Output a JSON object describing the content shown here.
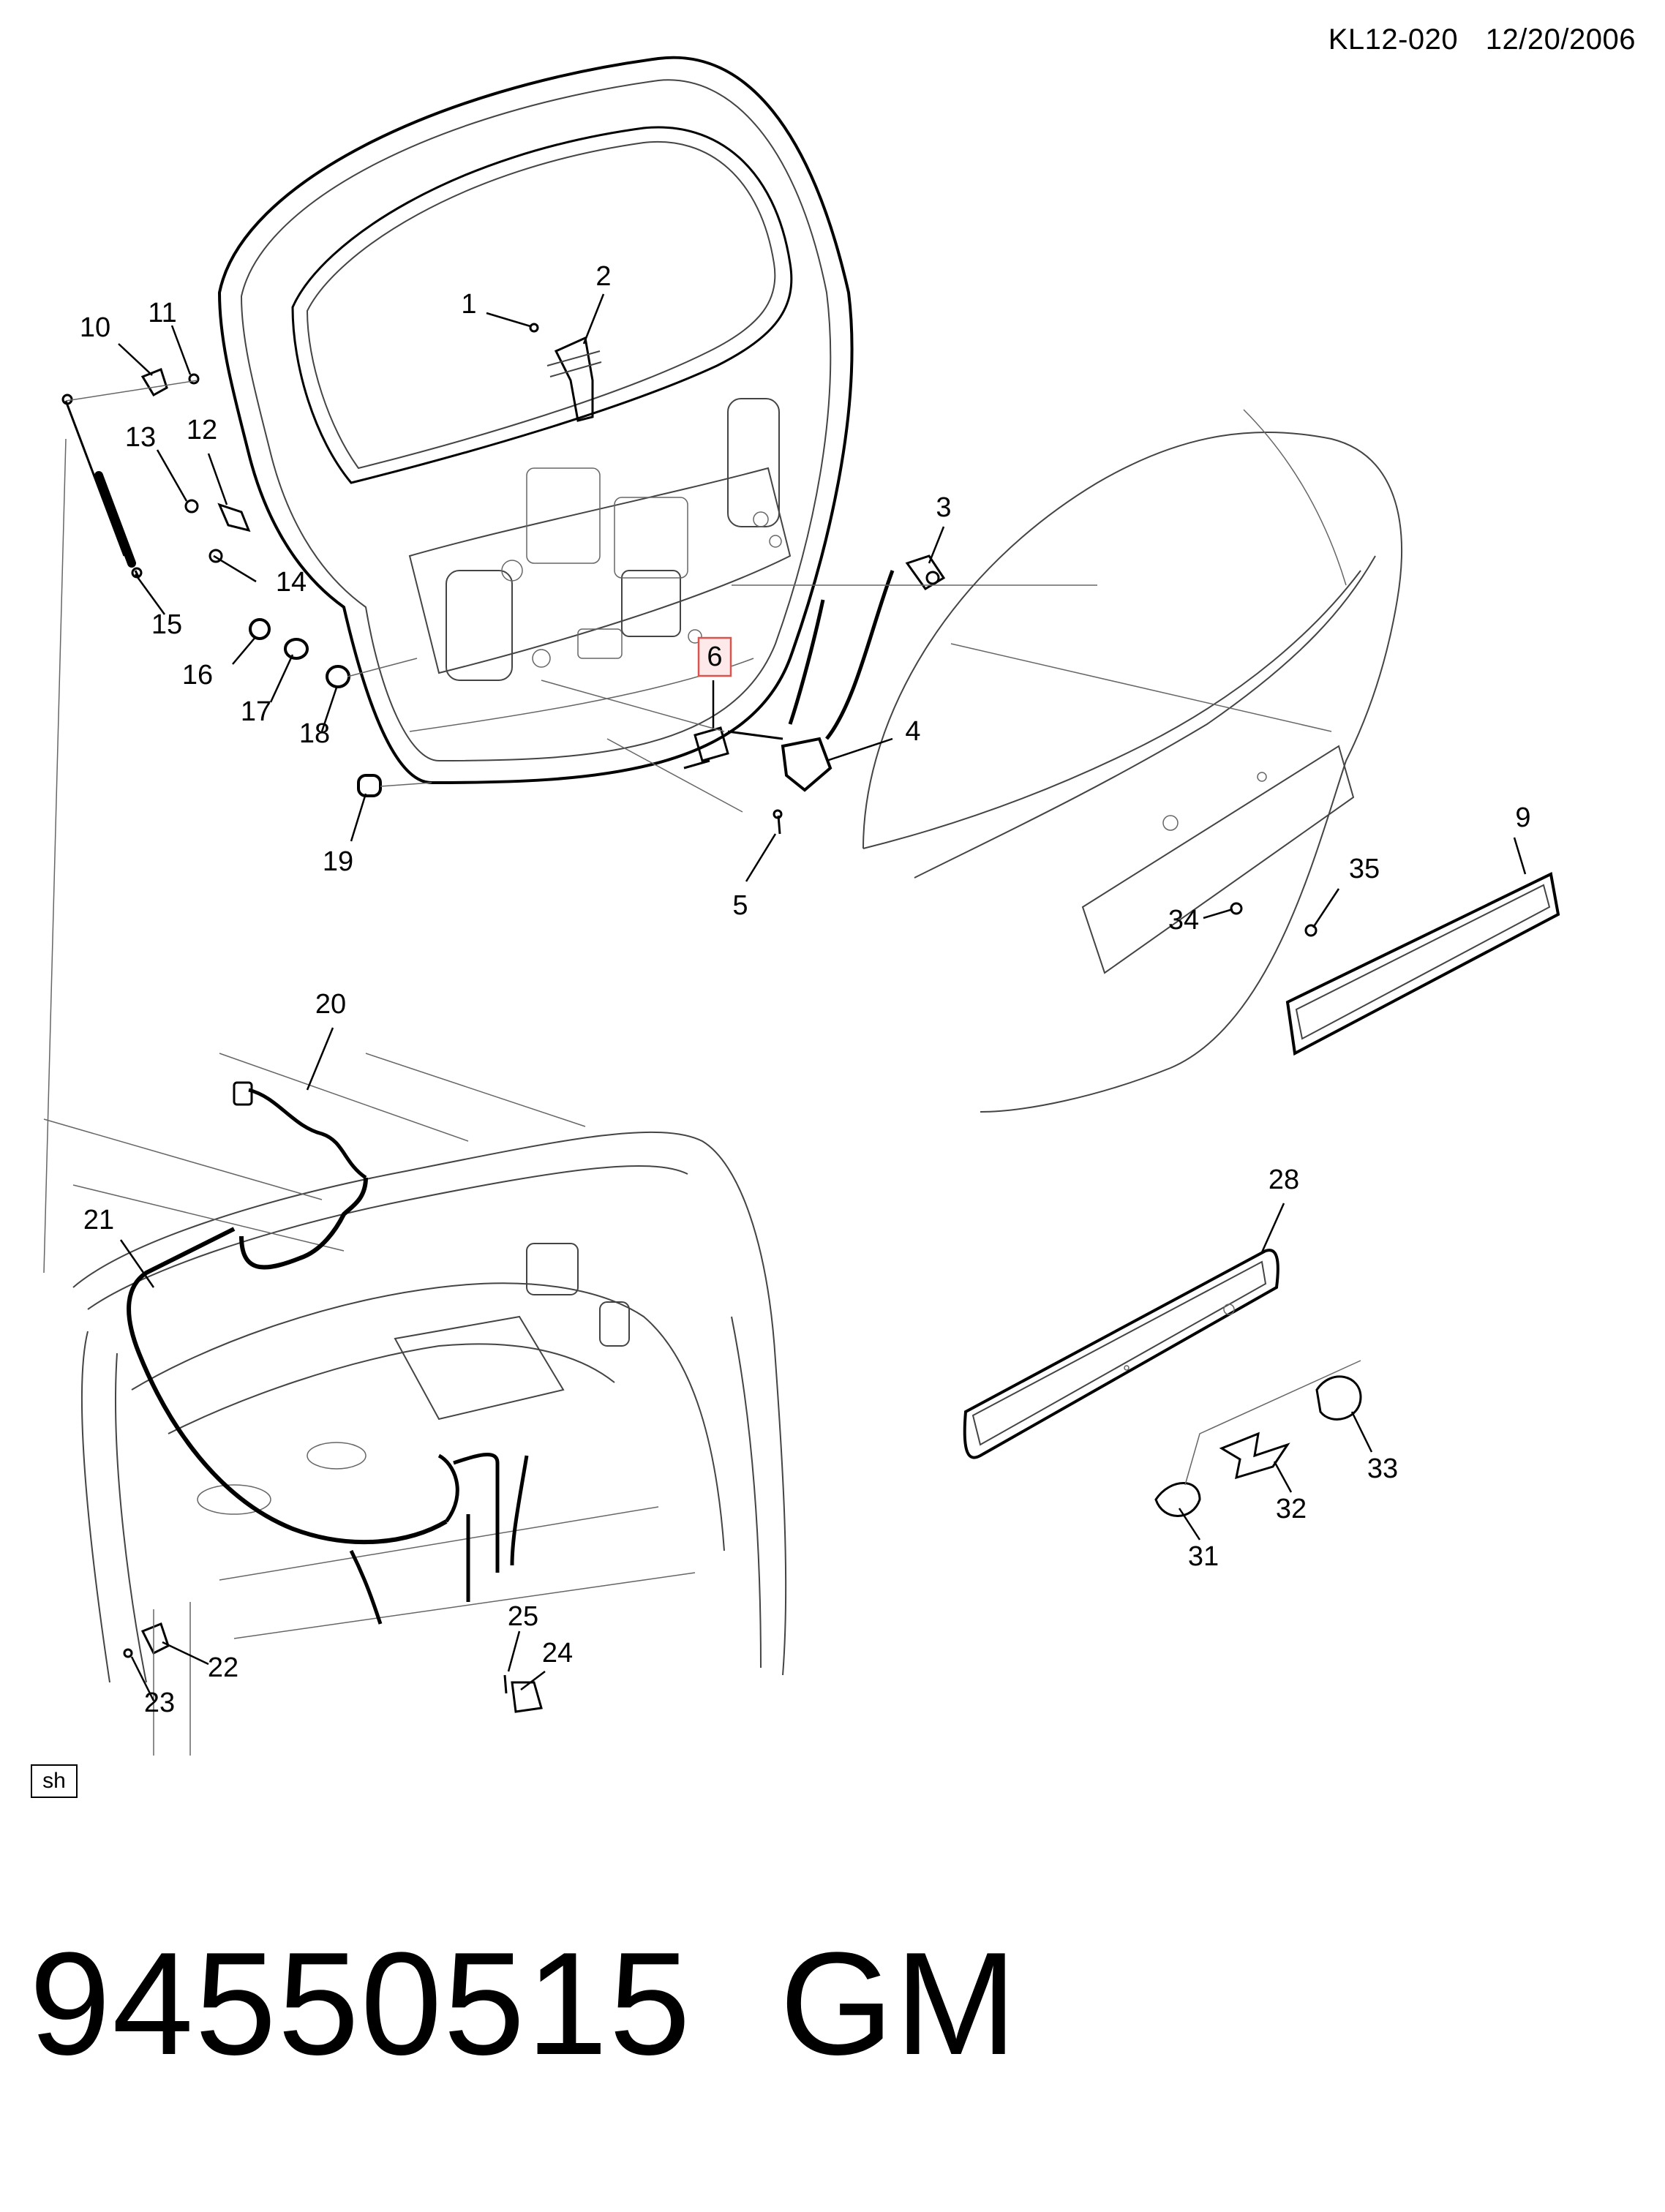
{
  "header": {
    "diagram_code": "KL12-020",
    "date": "12/20/2006"
  },
  "callouts": [
    "1",
    "2",
    "3",
    "4",
    "5",
    "6",
    "9",
    "10",
    "11",
    "12",
    "13",
    "14",
    "15",
    "16",
    "17",
    "18",
    "19",
    "20",
    "21",
    "22",
    "23",
    "24",
    "25",
    "28",
    "31",
    "32",
    "33",
    "34",
    "35"
  ],
  "highlighted_callout": "6",
  "highlight_color": "#d9534f",
  "corner_tag": "sh",
  "footer": {
    "part_number": "94550515",
    "brand": "GM"
  }
}
